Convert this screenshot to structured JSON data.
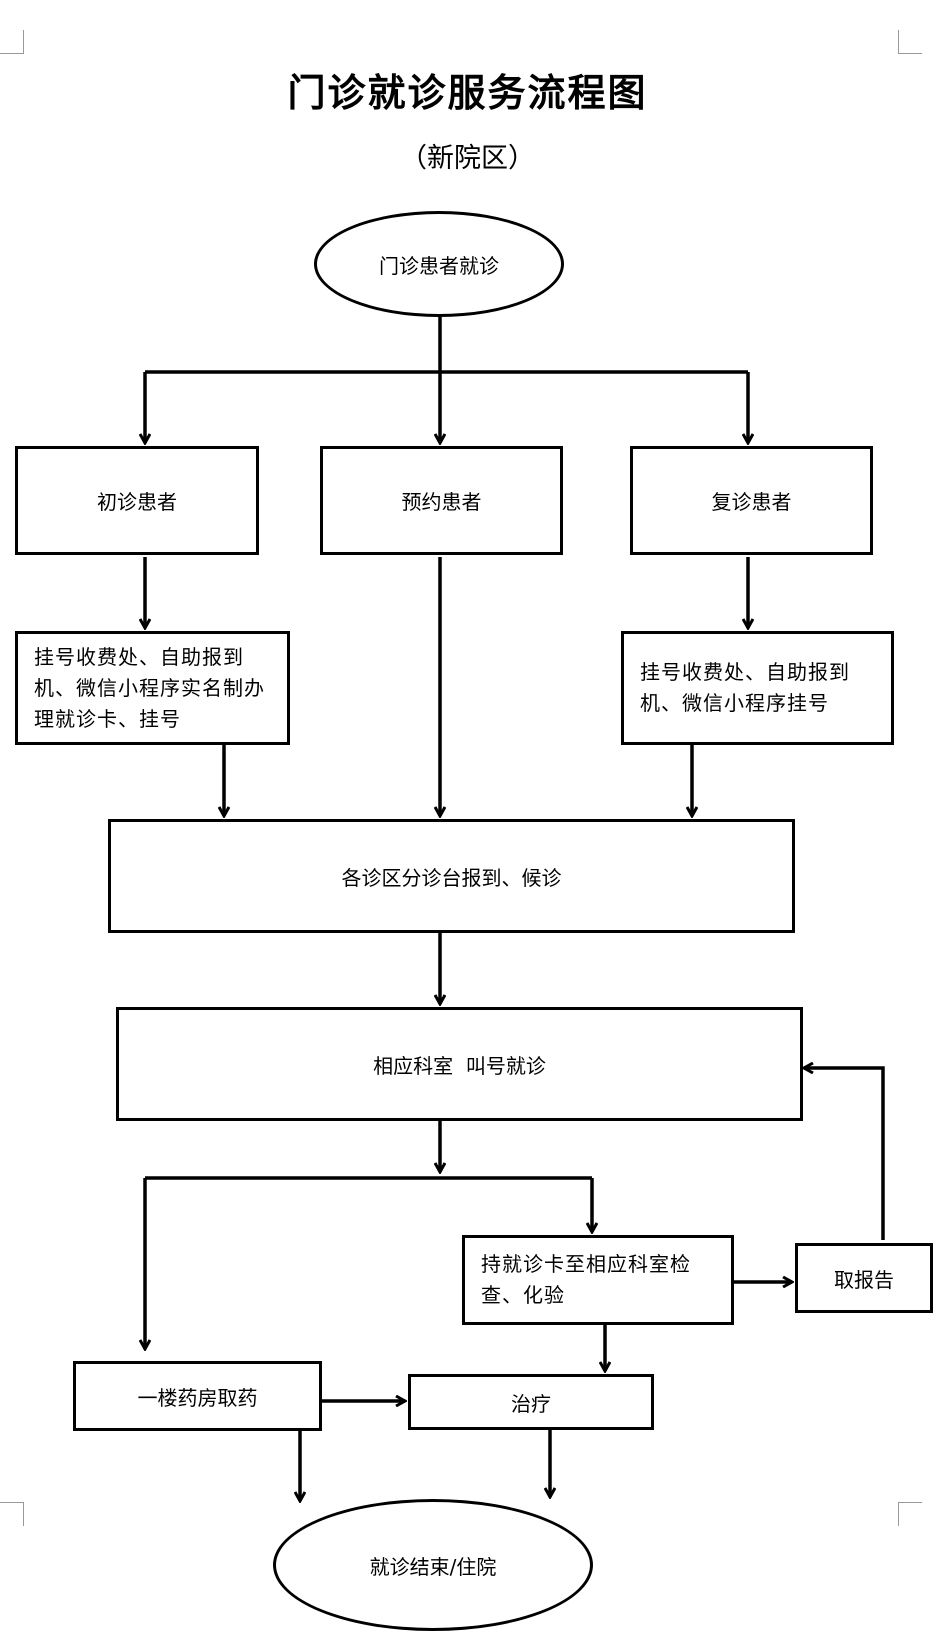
{
  "title": "门诊就诊服务流程图",
  "subtitle": "（新院区）",
  "nodes": {
    "start": "门诊患者就诊",
    "first_visit": "初诊患者",
    "appointment": "预约患者",
    "return_visit": "复诊患者",
    "first_register": "挂号收费处、自助报到机、微信小程序实名制办理就诊卡、挂号",
    "return_register": "挂号收费处、自助报到机、微信小程序挂号",
    "triage": "各诊区分诊台报到、候诊",
    "consultation": "相应科室  叫号就诊",
    "exam": "持就诊卡至相应科室检查、化验",
    "report": "取报告",
    "pharmacy": "一楼药房取药",
    "treatment": "治疗",
    "end": "就诊结束/住院"
  }
}
